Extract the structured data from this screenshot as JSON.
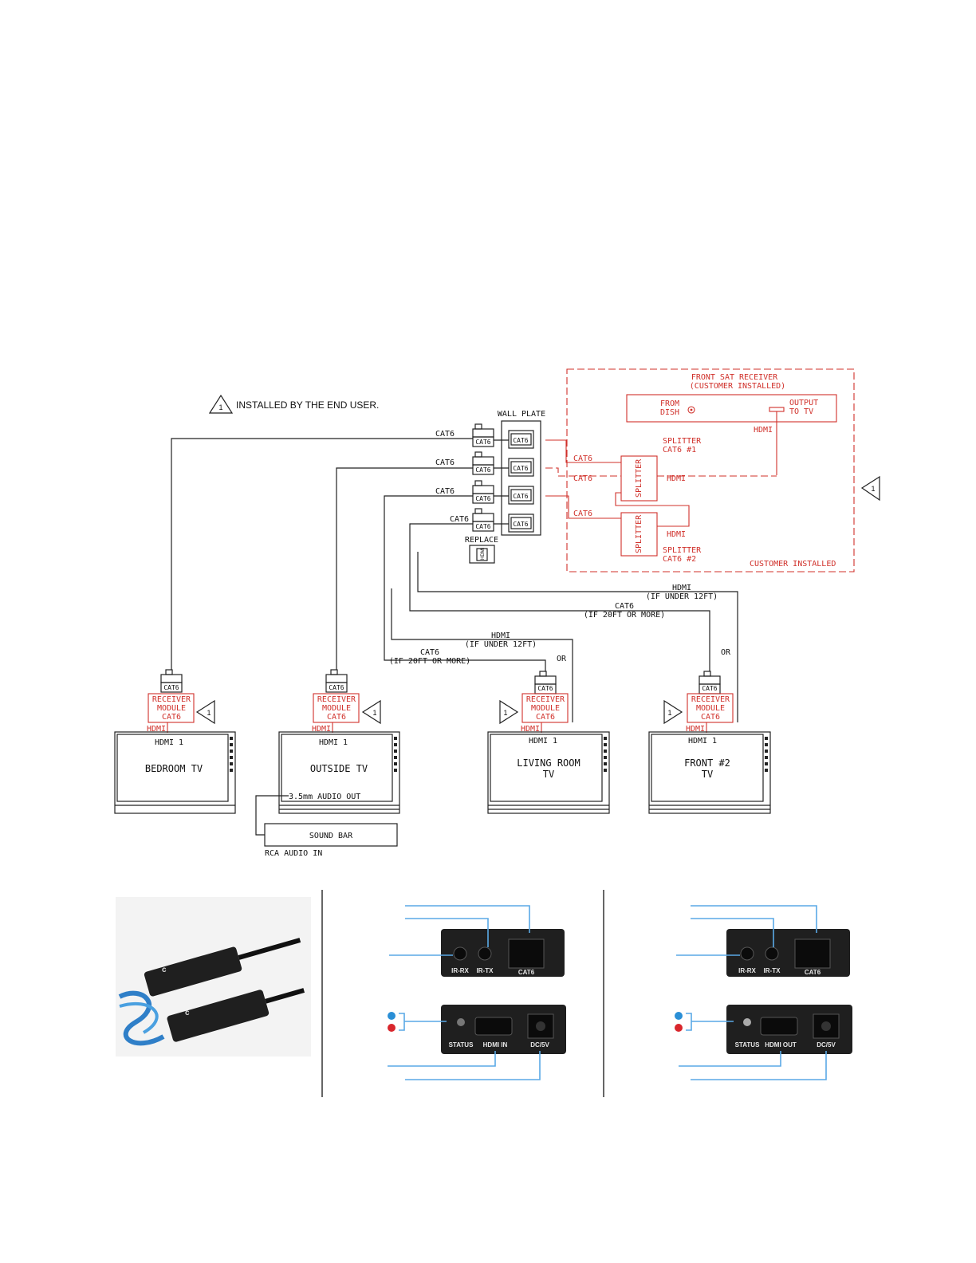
{
  "legend": {
    "symbol": "1",
    "text": "INSTALLED BY THE END USER."
  },
  "wall_plate": {
    "title": "WALL PLATE",
    "jacks": [
      "CAT6",
      "CAT6",
      "CAT6",
      "CAT6"
    ],
    "replace_label": "REPLACE",
    "replace_box": "HDMI"
  },
  "front_receiver": {
    "title_line1": "FRONT SAT RECEIVER",
    "title_line2": "(CUSTOMER INSTALLED)",
    "from_dish_1": "FROM",
    "from_dish_2": "DISH",
    "output_1": "OUTPUT",
    "output_2": "TO TV",
    "hdmi": "HDMI",
    "customer_installed": "CUSTOMER INSTALLED",
    "symbol": "1"
  },
  "splitters": [
    {
      "name": "SPLITTER",
      "sub_label_1": "SPLITTER",
      "sub_label_2": "CAT6 #1",
      "hdmi": "HDMI",
      "cat6_a": "CAT6",
      "cat6_b": "CAT6"
    },
    {
      "name": "SPLITTER",
      "sub_label_1": "SPLITTER",
      "sub_label_2": "CAT6 #2",
      "hdmi": "HDMI",
      "cat6_a": "CAT6"
    }
  ],
  "cable_labels": {
    "run1": "CAT6",
    "run2": "CAT6",
    "run3": "CAT6",
    "run4": "CAT6",
    "connector": "CAT6",
    "front_hdmi_1": "HDMI",
    "front_hdmi_2": "(IF UNDER 12FT)",
    "front_cat6_1": "CAT6",
    "front_cat6_2": "(IF 20FT OR MORE)",
    "living_hdmi_1": "HDMI",
    "living_hdmi_2": "(IF UNDER 12FT)",
    "living_cat6_1": "CAT6",
    "living_cat6_2": "(IF 20FT OR MORE)",
    "or": "OR"
  },
  "receiver_module": {
    "line1": "RECEIVER",
    "line2": "MODULE",
    "line3": "CAT6",
    "hdmi": "HDMI"
  },
  "tvs": [
    {
      "input": "HDMI 1",
      "name_line1": "BEDROOM TV",
      "name_line2": ""
    },
    {
      "input": "HDMI 1",
      "name_line1": "OUTSIDE TV",
      "name_line2": "",
      "audio_out": "3.5mm AUDIO OUT"
    },
    {
      "input": "HDMI 1",
      "name_line1": "LIVING ROOM",
      "name_line2": "TV"
    },
    {
      "input": "HDMI 1",
      "name_line1": "FRONT #2",
      "name_line2": "TV"
    }
  ],
  "sound_bar": {
    "label": "SOUND BAR",
    "input": "RCA AUDIO IN"
  },
  "panels": {
    "tx_top": [
      "IR-RX",
      "IR-TX",
      "CAT6"
    ],
    "tx_bottom": [
      "STATUS",
      "HDMI IN",
      "DC/5V"
    ],
    "rx_top": [
      "IR-RX",
      "IR-TX",
      "CAT6"
    ],
    "rx_bottom": [
      "STATUS",
      "HDMI OUT",
      "DC/5V"
    ],
    "colors": {
      "blue_led": "#2a8fd6",
      "red_led": "#d9262c",
      "lead": "#5aa9e6"
    }
  }
}
